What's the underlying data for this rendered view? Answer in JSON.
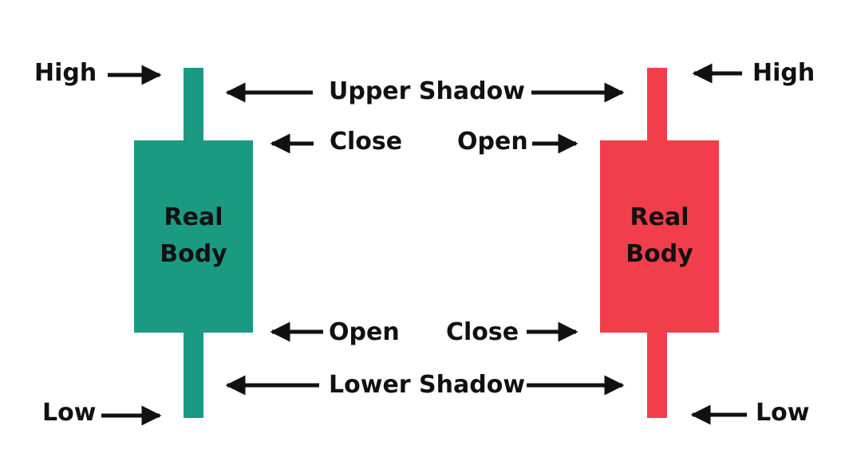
{
  "colors": {
    "bullish": "#1a9a82",
    "bearish": "#f23d4b",
    "ink": "#111111",
    "background": "#ffffff"
  },
  "bullish": {
    "high": "High",
    "low": "Low",
    "close": "Close",
    "open": "Open",
    "body_line1": "Real",
    "body_line2": "Body"
  },
  "bearish": {
    "high": "High",
    "low": "Low",
    "open": "Open",
    "close": "Close",
    "body_line1": "Real",
    "body_line2": "Body"
  },
  "shared": {
    "upper_shadow": "Upper Shadow",
    "lower_shadow": "Lower Shadow"
  }
}
